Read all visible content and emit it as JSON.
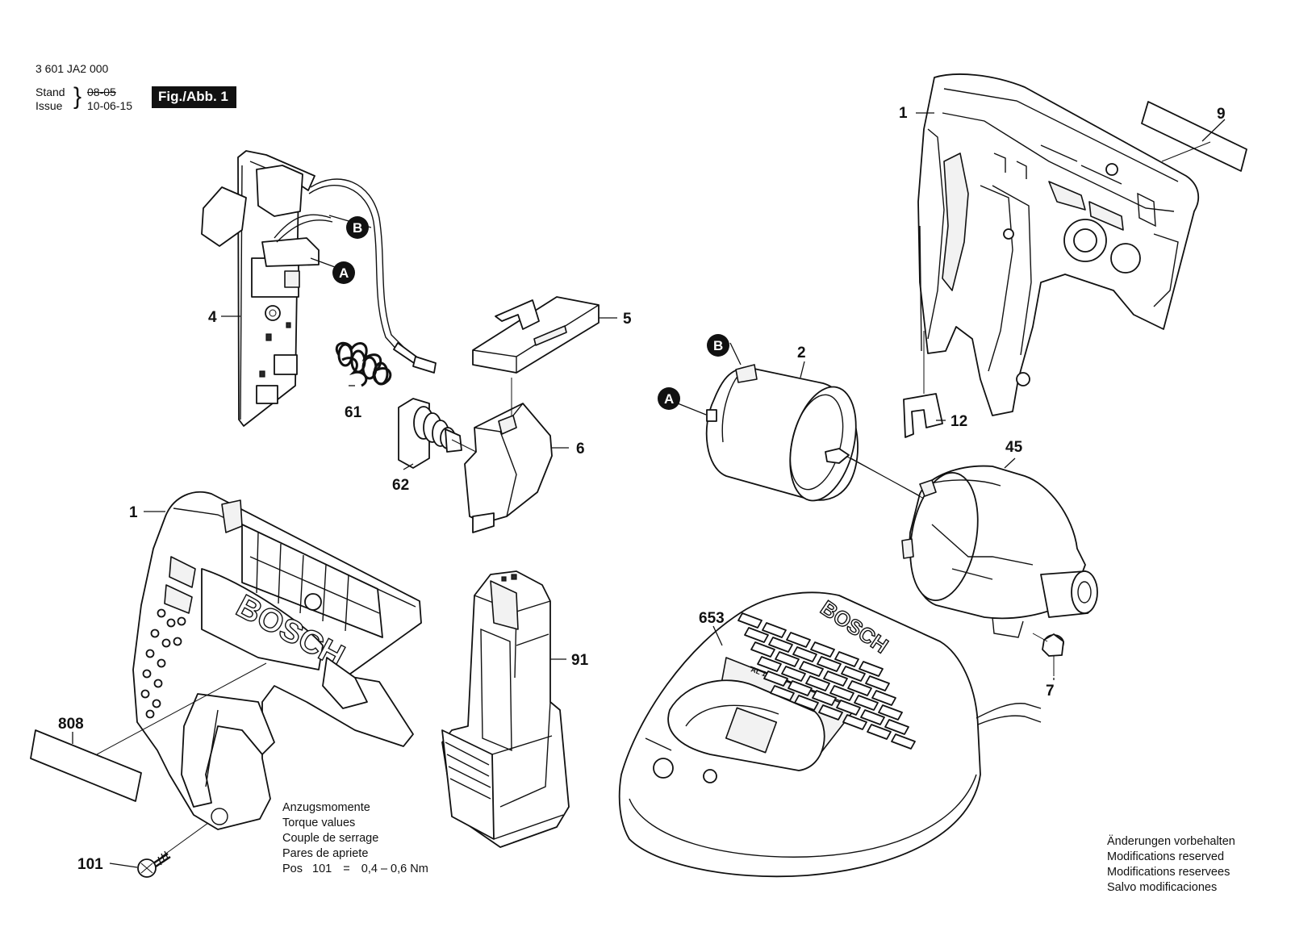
{
  "header": {
    "doc_number": "3 601 JA2 000",
    "stand_label": "Stand",
    "issue_label": "Issue",
    "stand_date": "08-05",
    "issue_date": "10-06-15",
    "fig_label": "Fig./Abb. 1"
  },
  "callouts": {
    "housing_top": "1",
    "housing_left": "1",
    "motor": "2",
    "switch_board": "4",
    "cover_5": "5",
    "cover_6": "6",
    "button_7": "7",
    "label_9": "9",
    "clip_12": "12",
    "gear_head": "45",
    "spring": "61",
    "bellows": "62",
    "battery": "91",
    "screw": "101",
    "charger": "653",
    "label_808": "808"
  },
  "markers": {
    "a": "A",
    "b": "B"
  },
  "brand": "BOSCH",
  "battery_marking": "AL 1115 CV",
  "torque_note": {
    "lines": [
      "Anzugsmomente",
      "Torque values",
      "Couple de serrage",
      "Pares de apriete"
    ],
    "pos_label": "Pos",
    "pos_number": "101",
    "equals": "=",
    "range": "0,4 – 0,6 Nm"
  },
  "modifications_note": {
    "lines": [
      "Änderungen vorbehalten",
      "Modifications reserved",
      "Modifications reservees",
      "Salvo modificaciones"
    ]
  }
}
